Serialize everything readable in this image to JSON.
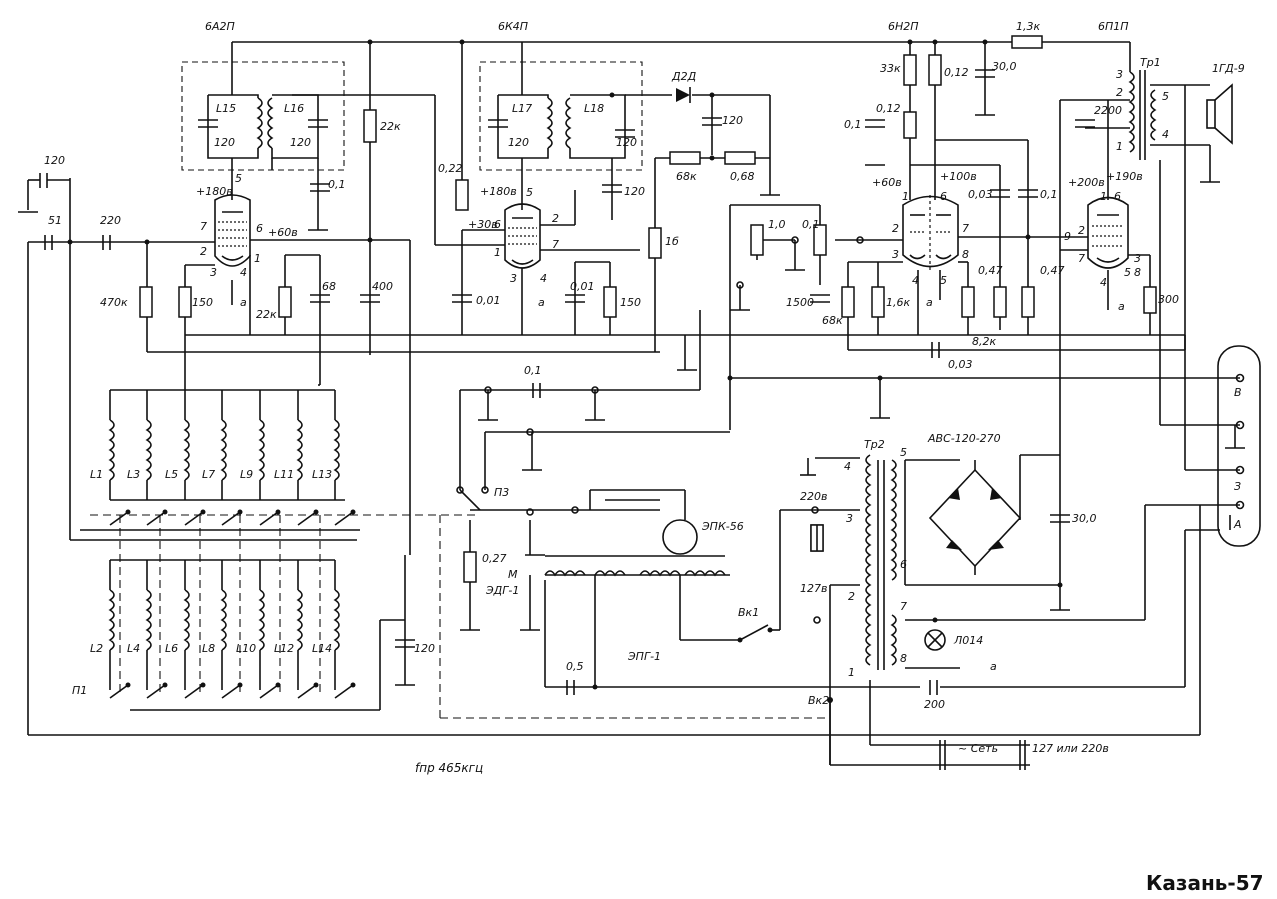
{
  "title": "Казань-57",
  "footnote": "fпр 465кгц",
  "tubes": {
    "v1": "6А2П",
    "v2": "6К4П",
    "v3": "6Н2П",
    "v4": "6П1П"
  },
  "components": {
    "l15": "L15",
    "l16": "L16",
    "l17": "L17",
    "l18": "L18",
    "c120a": "120",
    "c120b": "120",
    "c120c": "120",
    "c120d": "120",
    "c120in": "120",
    "c51": "51",
    "c220": "220",
    "r470k": "470к",
    "r150a": "150",
    "r22k_a": "22к",
    "c68": "68",
    "c400": "400",
    "r22k_b": "22к",
    "c01a": "0,1",
    "r022": "0,22",
    "r30v": "+30в",
    "c001a": "0,01",
    "c001b": "0,01",
    "r150b": "150",
    "r1b": "1б",
    "d2d": "Д2Д",
    "c120e": "120",
    "r68k": "68к",
    "r068": "0,68",
    "c120f": "120",
    "pot10": "1,0",
    "pot01": "0,1",
    "c1500": "1500",
    "r68k_b": "68к",
    "r16k": "1,6к",
    "r33k": "33к",
    "r012a": "0,12",
    "r012b": "0,12",
    "c01b": "0,1",
    "c300": "30,0",
    "r13k": "1,3к",
    "c003a": "0,03",
    "c01c": "0,1",
    "r047a": "0,47",
    "r047b": "0,47",
    "r82k": "8,2к",
    "c003b": "0,03",
    "c2200": "2200",
    "r300": "300",
    "tr1": "Тр1",
    "spk": "1ГД-9",
    "c01d": "0,1",
    "p3": "П3",
    "r027": "0,27",
    "m": "М",
    "edg": "ЭДГ-1",
    "zpk": "ЭПК-56",
    "zpg": "ЭПГ-1",
    "vk1": "Вк1",
    "c05": "0,5",
    "c120g": "120",
    "tr2": "Тр2",
    "avs": "АВС-120-270",
    "v220": "220в",
    "v127": "127в",
    "c30b": "30,0",
    "lamp": "Л014",
    "c200": "200",
    "vk2": "Вк2",
    "mains": "~ Сеть",
    "mains_v": "127 или 220в",
    "p1": "П1",
    "letter_a": "а",
    "letter_v": "В",
    "letter_z": "З",
    "letter_A": "А"
  },
  "volts": {
    "u1": "+180в",
    "u2": "+60в",
    "u3": "+180в",
    "u4": "+60в",
    "u5": "+100в",
    "u6": "+200в",
    "u7": "+190в"
  },
  "coils_top": [
    "L1",
    "L3",
    "L5",
    "L7",
    "L9",
    "L11",
    "L13"
  ],
  "coils_bottom": [
    "L2",
    "L4",
    "L6",
    "L8",
    "L10",
    "L12",
    "L14"
  ],
  "pin_labels": {
    "v1": [
      "5",
      "7",
      "6",
      "2",
      "1",
      "3",
      "4"
    ],
    "v2": [
      "5",
      "6",
      "2",
      "1",
      "7",
      "3",
      "4"
    ],
    "v3": [
      "1",
      "6",
      "2",
      "7",
      "3",
      "8",
      "4",
      "5"
    ],
    "v4": [
      "1",
      "6",
      "9",
      "2",
      "7",
      "3",
      "4",
      "5",
      "8"
    ],
    "tr1": [
      "3",
      "2",
      "1",
      "5",
      "4"
    ],
    "tr2": [
      "4",
      "3",
      "2",
      "1",
      "5",
      "6",
      "7",
      "8"
    ]
  }
}
